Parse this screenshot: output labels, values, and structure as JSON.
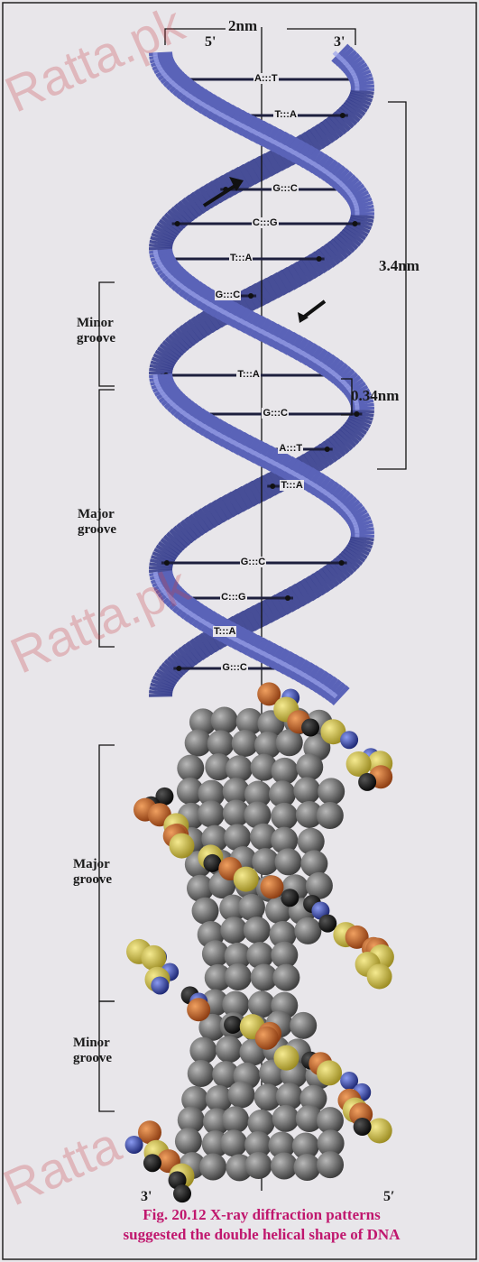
{
  "top_width_label": "2nm",
  "strand_top_left": "5'",
  "strand_top_right": "3'",
  "strand_bottom_left": "3'",
  "strand_bottom_right": "5′",
  "pitch_label": "3.4nm",
  "rise_label": "0.34nm",
  "grooves": {
    "minor_top": [
      "Minor",
      "groove"
    ],
    "major_top": [
      "Major",
      "groove"
    ],
    "major_bottom": [
      "Major",
      "groove"
    ],
    "minor_bottom": [
      "Minor",
      "groove"
    ]
  },
  "base_pairs": [
    "A:::T",
    "T:::A",
    "G:::C",
    "C:::G",
    "T:::A",
    "G:::C",
    "T:::A",
    "G:::C",
    "A:::T",
    "T:::A",
    "G:::C",
    "C:::G",
    "T:::A",
    "G:::C"
  ],
  "caption_line1": "Fig. 20.12 X-ray diffraction patterns",
  "caption_line2": "suggested the double helical shape of DNA",
  "watermarks": [
    "Ratta.pk",
    "Ratta.pk",
    "Ratta"
  ],
  "colors": {
    "ribbon": "#5a63b8",
    "ribbon_dark": "#2c3277",
    "caption": "#c0176e",
    "atom_grey": "#6a6a6a",
    "atom_orange": "#c66a2a",
    "atom_yellow": "#d4c24a",
    "atom_blue": "#3848a0"
  }
}
